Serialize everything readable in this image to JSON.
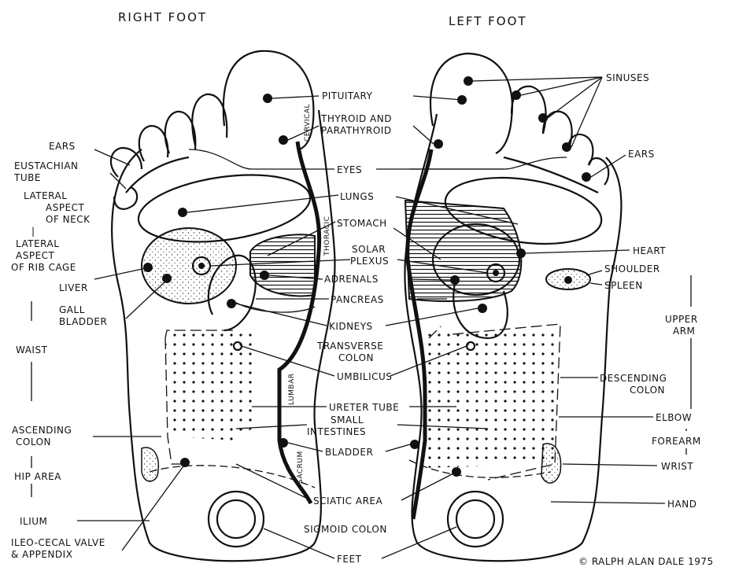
{
  "titles": {
    "right_foot": "RIGHT  FOOT",
    "left_foot": "LEFT  FOOT"
  },
  "spine_labels": {
    "cervical": "CERVICAL",
    "thoracic": "THORACIC",
    "lumbar": "LUMBAR",
    "sacrum": "SACRUM"
  },
  "labels": {
    "pituitary": "PITUITARY",
    "thyroid_1": "THYROID AND",
    "thyroid_2": "PARATHYROID",
    "eyes": "EYES",
    "lungs": "LUNGS",
    "stomach": "STOMACH",
    "solar_1": "SOLAR",
    "solar_2": "PLEXUS",
    "adrenals": "ADRENALS",
    "pancreas": "PANCREAS",
    "kidneys": "KIDNEYS",
    "transverse_1": "TRANSVERSE",
    "transverse_2": "COLON",
    "umbilicus": "UMBILICUS",
    "ureter": "URETER TUBE",
    "small_1": "SMALL",
    "small_2": "INTESTINES",
    "bladder": "BLADDER",
    "sciatic": "SCIATIC AREA",
    "sigmoid": "SIGMOID COLON",
    "feet": "FEET",
    "ears_left": "EARS",
    "eustachian_1": "EUSTACHIAN",
    "eustachian_2": "TUBE",
    "lateral_neck_1": "LATERAL",
    "lateral_neck_2": "ASPECT",
    "lateral_neck_3": "OF NECK",
    "lateral_rib_1": "LATERAL",
    "lateral_rib_2": "ASPECT",
    "lateral_rib_3": "OF RIB CAGE",
    "liver": "LIVER",
    "gall_1": "GALL",
    "gall_2": "BLADDER",
    "waist": "WAIST",
    "ascending_1": "ASCENDING",
    "ascending_2": "COLON",
    "hip": "HIP AREA",
    "ilium": "ILIUM",
    "ileo_1": "ILEO-CECAL VALVE",
    "ileo_2": "& APPENDIX",
    "sinuses": "SINUSES",
    "ears_right": "EARS",
    "heart": "HEART",
    "shoulder": "SHOULDER",
    "spleen": "SPLEEN",
    "upper_arm_1": "UPPER",
    "upper_arm_2": "ARM",
    "descending_1": "DESCENDING",
    "descending_2": "COLON",
    "elbow": "ELBOW",
    "forearm": "FOREARM",
    "wrist": "WRIST",
    "hand": "HAND",
    "copyright": "© RALPH ALAN DALE  1975"
  },
  "colors": {
    "ink": "#111111",
    "paper": "#ffffff"
  }
}
